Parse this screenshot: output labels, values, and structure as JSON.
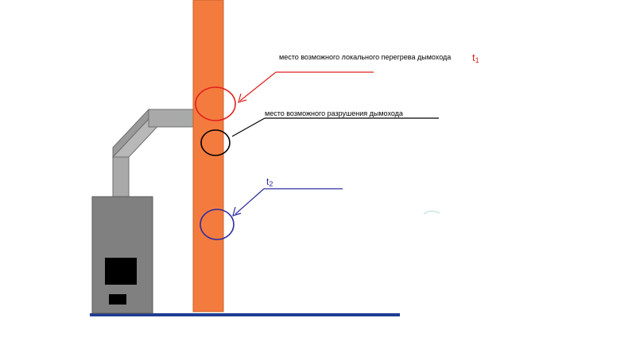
{
  "labels": {
    "overheat_text": "место возможного локального перегрева дымохода",
    "overheat_symbol": "t",
    "overheat_subscript": "1",
    "destruction_text": "место возможного разрушения дымохода",
    "t2_symbol": "t",
    "t2_subscript": "2"
  },
  "colors": {
    "chimney": "#f47b3e",
    "chimney_edge": "#c9602b",
    "stove_body": "#808080",
    "pipe": "#a9a9a9",
    "floor": "#1f3c93",
    "overheat_marker": "#e02020",
    "destruction_marker": "#000000",
    "t2_marker": "#2a2aa0"
  }
}
